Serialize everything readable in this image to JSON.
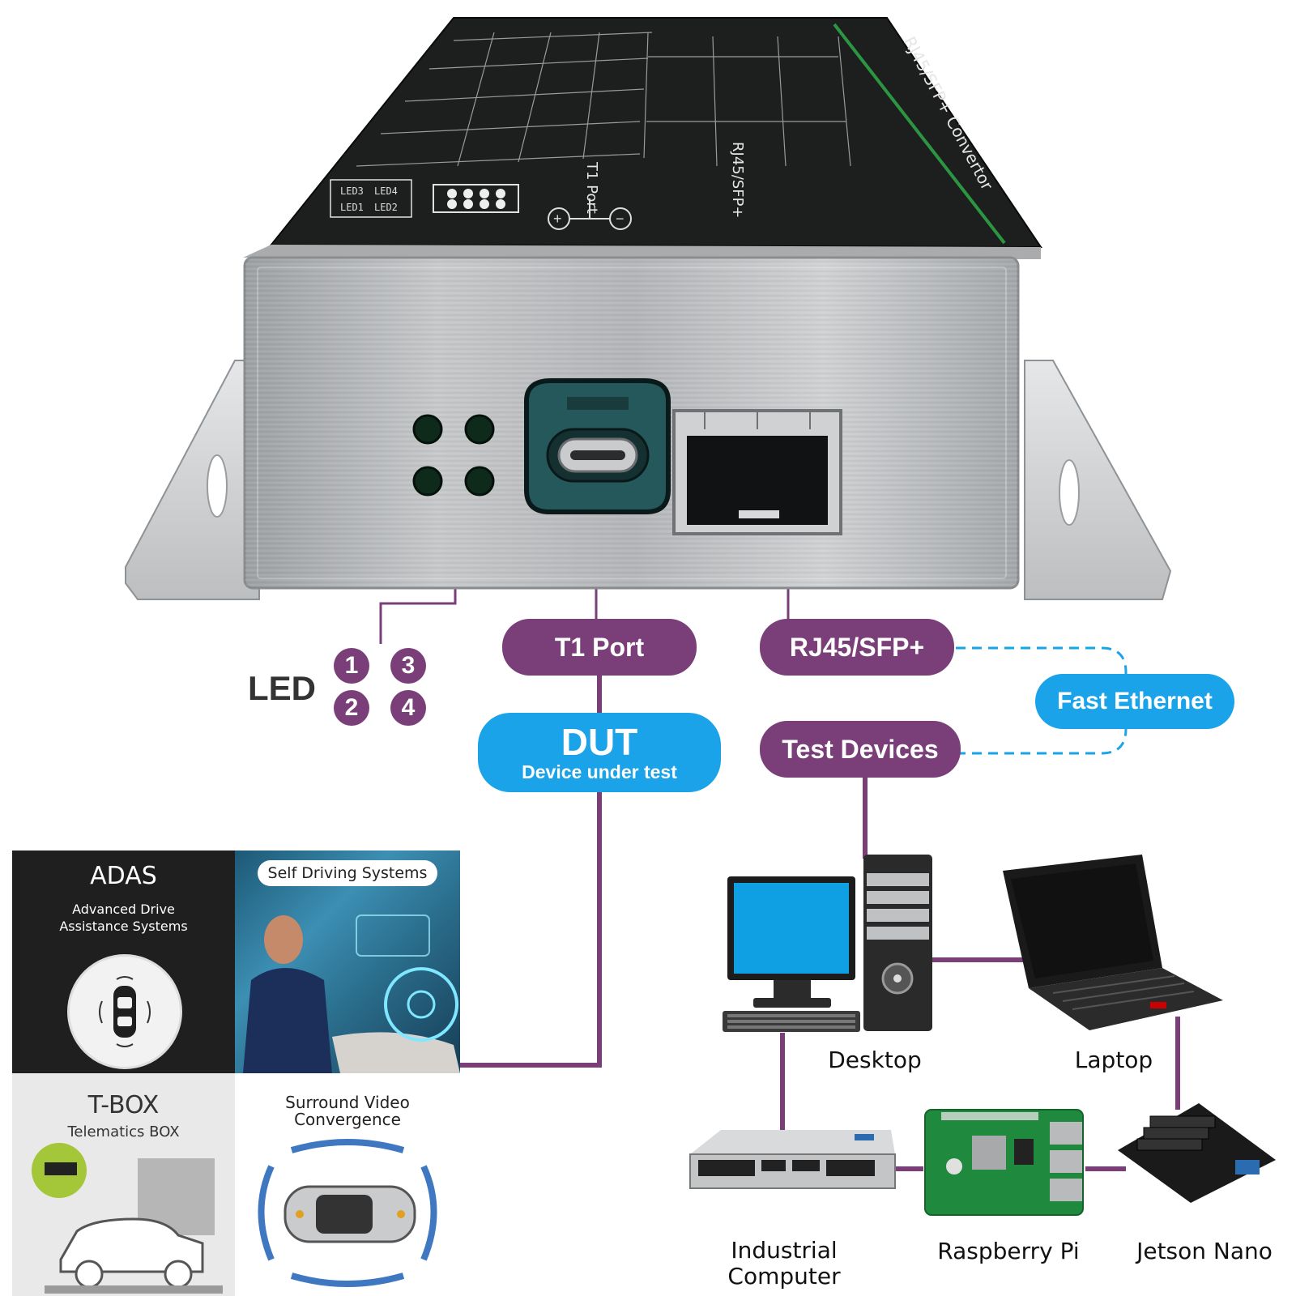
{
  "device": {
    "top_label": "RJ45/SFP+ Convertor",
    "top_port_mark": "T1 Port",
    "top_sfp_mark": "RJ45/SFP+",
    "led_marks": [
      "LED3",
      "LED4",
      "LED1",
      "LED2"
    ]
  },
  "led": {
    "label": "LED",
    "numbers": [
      "1",
      "3",
      "2",
      "4"
    ]
  },
  "pills": {
    "t1_port": "T1 Port",
    "rj45": "RJ45/SFP+",
    "test_devices": "Test Devices"
  },
  "fast_ethernet": "Fast Ethernet",
  "dut": {
    "title": "DUT",
    "subtitle": "Device under test"
  },
  "panels": {
    "adas_title": "ADAS",
    "adas_subtitle": "Advanced Drive Assistance Systems",
    "self_driving": "Self Driving Systems",
    "tbox_title": "T-BOX",
    "tbox_subtitle": "Telematics BOX",
    "surround": "Surround Video Convergence"
  },
  "devices": {
    "desktop": "Desktop",
    "laptop": "Laptop",
    "industrial": "Industrial Computer",
    "raspberry": "Raspberry Pi",
    "jetson": "Jetson Nano"
  },
  "colors": {
    "purple": "#7a3f78",
    "blue": "#1aa3e8",
    "metal": "#b8babc"
  }
}
